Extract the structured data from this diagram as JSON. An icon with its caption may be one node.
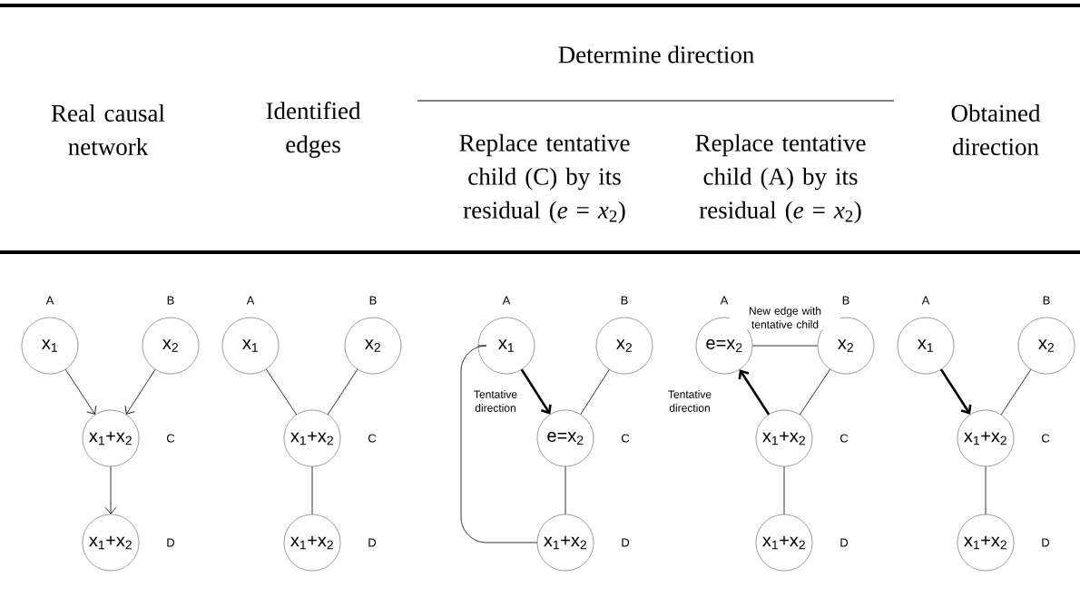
{
  "diagram": {
    "nodes": [
      {
        "text": [
          "x$_{1}$"
        ],
        "beside": [
          "A"
        ]
      },
      {
        "text": [
          "x$_{2}$"
        ],
        "beside": [
          "B"
        ]
      },
      {
        "text": [
          "x$_{1}$+x$_{2}$"
        ],
        "beside": [
          "C"
        ]
      },
      {
        "text": [
          "x$_{1}$+x$_{2}$"
        ],
        "beside": [
          "D"
        ]
      },
      {
        "text": [
          "x$_{1}$"
        ],
        "beside": [
          "A"
        ]
      },
      {
        "text": [
          "x$_{2}$"
        ],
        "beside": [
          "B"
        ]
      },
      {
        "text": [
          "x$_{1}$+x$_{2}$"
        ],
        "beside": [
          "C"
        ]
      },
      {
        "text": [
          "x$_{1}$+x$_{2}$"
        ],
        "beside": [
          "D"
        ]
      },
      {
        "text": [
          "x$_{1}$"
        ],
        "beside": [
          "A"
        ]
      },
      {
        "text": [
          "x$_{2}$"
        ],
        "beside": [
          "B"
        ]
      },
      {
        "text": [
          "e=x$_{2}$"
        ],
        "beside": [
          "C"
        ]
      },
      {
        "text": [
          "x$_{1}$+x$_{2}$"
        ],
        "beside": [
          "D"
        ]
      },
      {
        "text": [
          "e=x$_{2}$"
        ],
        "beside": [
          "A"
        ]
      },
      {
        "text": [
          "x$_{2}$"
        ],
        "beside": [
          "B"
        ]
      },
      {
        "text": [
          "x$_{1}$+x$_{2}$"
        ],
        "beside": [
          "C"
        ]
      },
      {
        "text": [
          "x$_{1}$+x$_{2}$"
        ],
        "beside": [
          "D"
        ]
      },
      {
        "text": [
          "x$_{1}$"
        ],
        "beside": [
          "A"
        ]
      },
      {
        "text": [
          "x$_{2}$"
        ],
        "beside": [
          "B"
        ]
      },
      {
        "text": [
          "x$_{1}$+x$_{2}$"
        ],
        "beside": [
          "C"
        ]
      },
      {
        "text": [
          "x$_{1}$+x$_{2}$"
        ],
        "beside": [
          "D"
        ]
      }
    ],
    "edges": [
      {
        "from": 0,
        "to": 2,
        "arrow": "to"
      },
      {
        "from": 1,
        "to": 2,
        "arrow": "to"
      },
      {
        "from": 2,
        "to": 3,
        "arrow": "to"
      },
      {
        "from": 4,
        "to": 6,
        "arrow": "none"
      },
      {
        "from": 5,
        "to": 6,
        "arrow": "none"
      },
      {
        "from": 6,
        "to": 7,
        "arrow": "none"
      },
      {
        "from": 8,
        "to": 10,
        "arrow": "to",
        "style": "thick",
        "label": "Tentative direction"
      },
      {
        "from": 9,
        "to": 10,
        "arrow": "none"
      },
      {
        "from": 10,
        "to": 11,
        "arrow": "none"
      },
      {
        "from": 8,
        "to": 11,
        "arrow": "none"
      },
      {
        "from": 14,
        "to": 12,
        "arrow": "to",
        "style": "thick",
        "label": "Tentative direction"
      },
      {
        "from": 12,
        "to": 13,
        "arrow": "none",
        "label": "New edge with tentative child"
      },
      {
        "from": 13,
        "to": 14,
        "arrow": "none"
      },
      {
        "from": 14,
        "to": 15,
        "arrow": "none"
      },
      {
        "from": 16,
        "to": 18,
        "arrow": "to",
        "style": "thick"
      },
      {
        "from": 17,
        "to": 18,
        "arrow": "none"
      },
      {
        "from": 18,
        "to": 19,
        "arrow": "none"
      }
    ],
    "labels": [
      "Determine direction",
      "Real causal network",
      "Identified edges",
      "Replace tentative child (C) by its residual (*e* = *x*$_{2}$)",
      "Replace tentative child (A) by its residual (*e* = *x*$_{2}$)",
      "Obtained direction"
    ]
  }
}
